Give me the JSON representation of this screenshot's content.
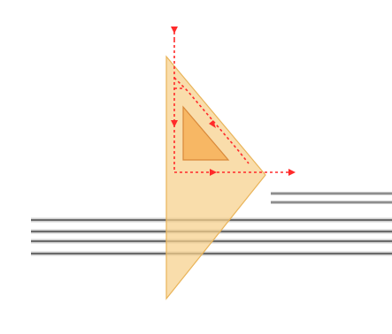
{
  "diagram": {
    "type": "set-square-sliding-along-ruler",
    "colors": {
      "background": "#ffffff",
      "set_square_fill": "#f7d08a",
      "set_square_stroke": "#e9b45a",
      "inner_cutout_fill": "#f6b35c",
      "inner_cutout_stroke": "#d9893a",
      "motion_path": "#ff2a2a",
      "ruler_line": "#707070",
      "ruler_line_highlight": "#c8c8c8"
    },
    "elements": {
      "set_square": "triangle",
      "inner_cutout": "triangle",
      "motion_path": "dashed-arrows",
      "ruler_lines": "parallel-lines"
    }
  }
}
